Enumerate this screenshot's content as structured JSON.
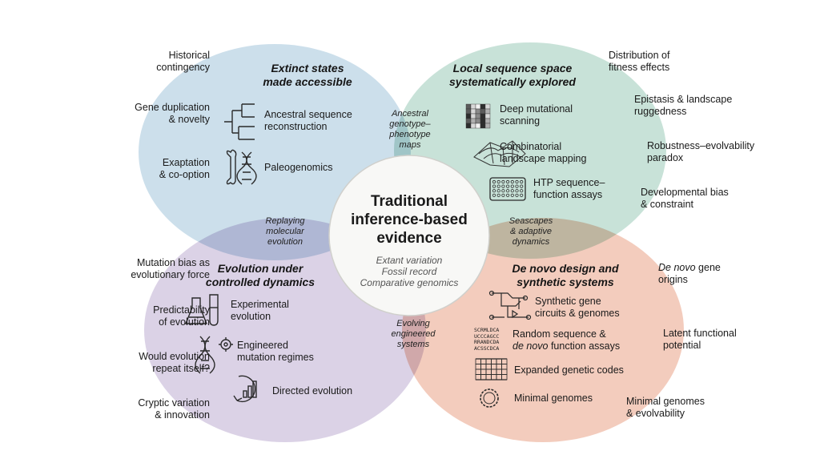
{
  "center": {
    "title_lines": [
      "Traditional",
      "inference-based",
      "evidence"
    ],
    "sub_lines": [
      "Extant variation",
      "Fossil record",
      "Comparative genomics"
    ]
  },
  "quadrants": {
    "top_left": {
      "title_lines": [
        "Extinct states",
        "made accessible"
      ],
      "color": "#b9d3e3",
      "items": [
        {
          "lines": [
            "Ancestral sequence",
            "reconstruction"
          ],
          "icon": "phylogenetic-tree-icon"
        },
        {
          "lines": [
            "Paleogenomics"
          ],
          "icon": "bone-dna-icon"
        }
      ]
    },
    "top_right": {
      "title_lines": [
        "Local sequence space",
        "systematically explored"
      ],
      "color": "#b3d7c9",
      "items": [
        {
          "lines": [
            "Deep mutational",
            "scanning"
          ],
          "icon": "mutation-heatmap-icon"
        },
        {
          "lines": [
            "Combinatorial",
            "landscape mapping"
          ],
          "icon": "fitness-landscape-icon"
        },
        {
          "lines": [
            "HTP sequence–",
            "function assays"
          ],
          "icon": "well-plate-icon"
        }
      ]
    },
    "bottom_left": {
      "title_lines": [
        "Evolution under",
        "controlled dynamics"
      ],
      "color": "#cdc0dc",
      "items": [
        {
          "lines": [
            "Experimental",
            "evolution"
          ],
          "icon": "flask-test-tube-icon"
        },
        {
          "lines": [
            "Engineered",
            "mutation regimes"
          ],
          "icon": "dna-gear-icon"
        },
        {
          "lines": [
            "Directed evolution"
          ],
          "icon": "directed-evolution-cycle-icon"
        }
      ]
    },
    "bottom_right": {
      "title_lines": [
        "De novo design and",
        "synthetic systems"
      ],
      "color": "#efb9a3",
      "items": [
        {
          "lines": [
            "Synthetic gene",
            "circuits & genomes"
          ],
          "icon": "gene-circuit-icon"
        },
        {
          "lines": [
            "Random sequence &",
            "de novo function assays"
          ],
          "icon": "random-sequence-icon"
        },
        {
          "lines": [
            "Expanded genetic codes"
          ],
          "icon": "codon-grid-icon"
        },
        {
          "lines": [
            "Minimal genomes"
          ],
          "icon": "circular-genome-icon"
        }
      ],
      "random_sequence_art": [
        "SCRMLDCA",
        "UCCCAGCC",
        "RRANDCDA",
        "ACSSCDCA"
      ]
    }
  },
  "overlaps": {
    "top": [
      "Ancestral",
      "genotype–",
      "phenotype",
      "maps"
    ],
    "left": [
      "Replaying",
      "molecular",
      "evolution"
    ],
    "right": [
      "Seascapes",
      "& adaptive",
      "dynamics"
    ],
    "bottom": [
      "Evolving",
      "engineered",
      "systems"
    ]
  },
  "outer_labels": {
    "left": [
      [
        "Historical",
        "contingency"
      ],
      [
        "Gene duplication",
        "& novelty"
      ],
      [
        "Exaptation",
        "& co-option"
      ],
      [
        "Mutation bias as",
        "evolutionary force"
      ],
      [
        "Predictability",
        "of evolution"
      ],
      [
        "Would evolution",
        "repeat itself?"
      ],
      [
        "Cryptic variation",
        "& innovation"
      ]
    ],
    "right": [
      [
        "Distribution of",
        "fitness effects"
      ],
      [
        "Epistasis & landscape",
        "ruggedness"
      ],
      [
        "Robustness–evolvability",
        "paradox"
      ],
      [
        "Developmental bias",
        "& constraint"
      ],
      [
        "De novo gene",
        "origins"
      ],
      [
        "Latent functional",
        "potential"
      ],
      [
        "Minimal genomes",
        "& evolvability"
      ]
    ]
  }
}
